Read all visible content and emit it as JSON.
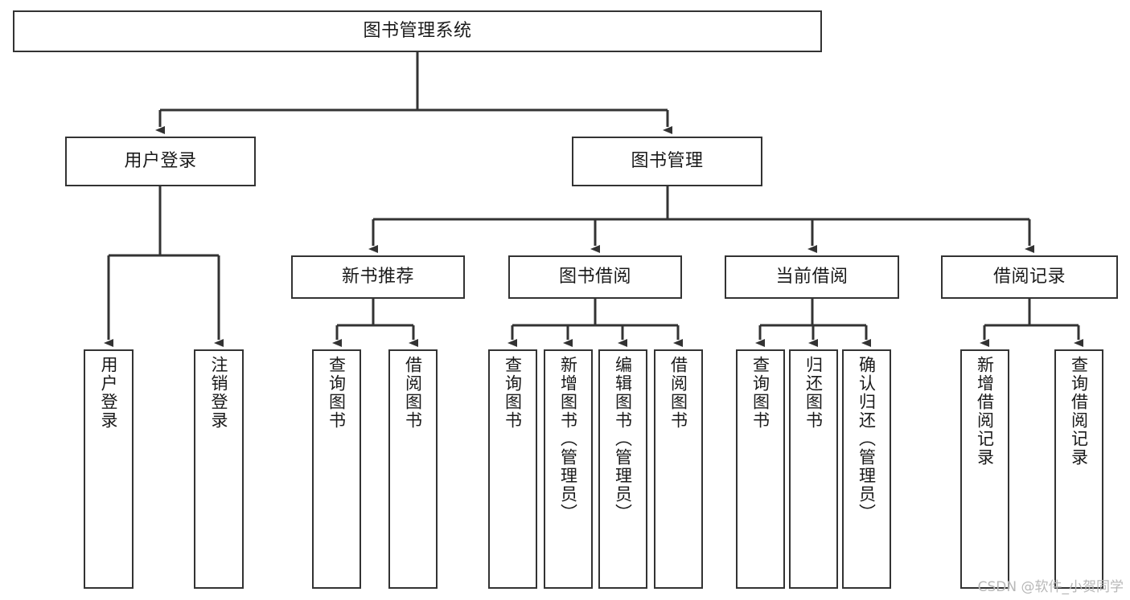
{
  "diagram": {
    "title": "图书管理系统",
    "watermark": "CSDN @软件_小贺同学",
    "colors": {
      "background": "#ffffff",
      "stroke": "#333333",
      "text": "#1a1a1a",
      "watermark": "#b8b8b8"
    },
    "levels": {
      "root": {
        "label": "图书管理系统"
      },
      "level2": [
        {
          "label": "用户登录"
        },
        {
          "label": "图书管理"
        }
      ],
      "level3": [
        {
          "label": "新书推荐"
        },
        {
          "label": "图书借阅"
        },
        {
          "label": "当前借阅"
        },
        {
          "label": "借阅记录"
        }
      ],
      "leaves": [
        {
          "label": "用户登录",
          "parent": "用户登录"
        },
        {
          "label": "注销登录",
          "parent": "用户登录"
        },
        {
          "label": "查询图书",
          "parent": "新书推荐"
        },
        {
          "label": "借阅图书",
          "parent": "新书推荐"
        },
        {
          "label": "查询图书",
          "parent": "图书借阅"
        },
        {
          "label": "新增图书（管理员）",
          "parent": "图书借阅"
        },
        {
          "label": "编辑图书（管理员）",
          "parent": "图书借阅"
        },
        {
          "label": "借阅图书",
          "parent": "图书借阅"
        },
        {
          "label": "查询图书",
          "parent": "当前借阅"
        },
        {
          "label": "归还图书",
          "parent": "当前借阅"
        },
        {
          "label": "确认归还（管理员）",
          "parent": "当前借阅"
        },
        {
          "label": "新增借阅记录",
          "parent": "借阅记录"
        },
        {
          "label": "查询借阅记录",
          "parent": "借阅记录"
        }
      ]
    }
  }
}
